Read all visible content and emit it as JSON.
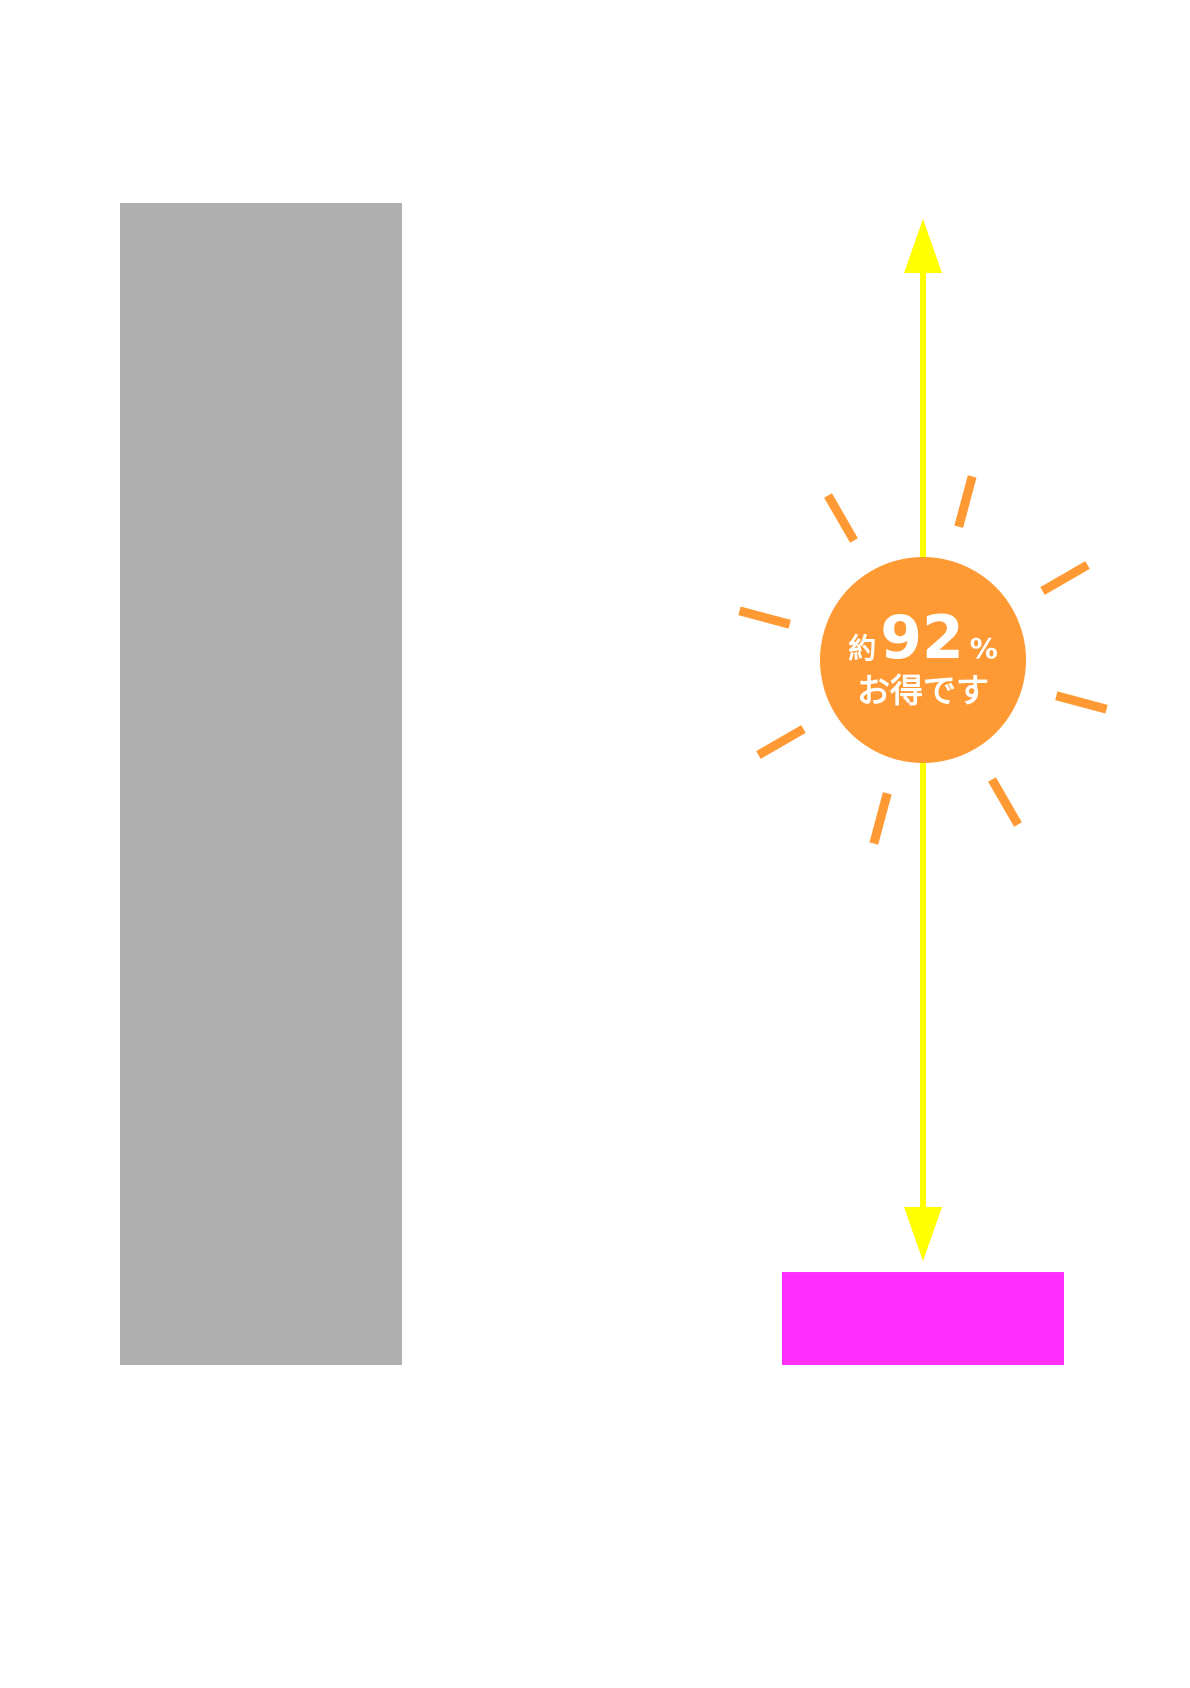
{
  "chart_data": {
    "type": "bar",
    "categories": [
      "",
      ""
    ],
    "values": [
      100,
      8
    ],
    "colors": [
      "#b0b0b0",
      "#ff2eff"
    ],
    "arrow_color": "#ffff00",
    "badge": {
      "prefix": "約",
      "number": "92",
      "suffix": "%",
      "line2": "お得です",
      "color": "#ff9933",
      "text_color": "#ffffff"
    },
    "title": "",
    "xlabel": "",
    "ylabel": "",
    "grid": false,
    "legend": "none"
  }
}
